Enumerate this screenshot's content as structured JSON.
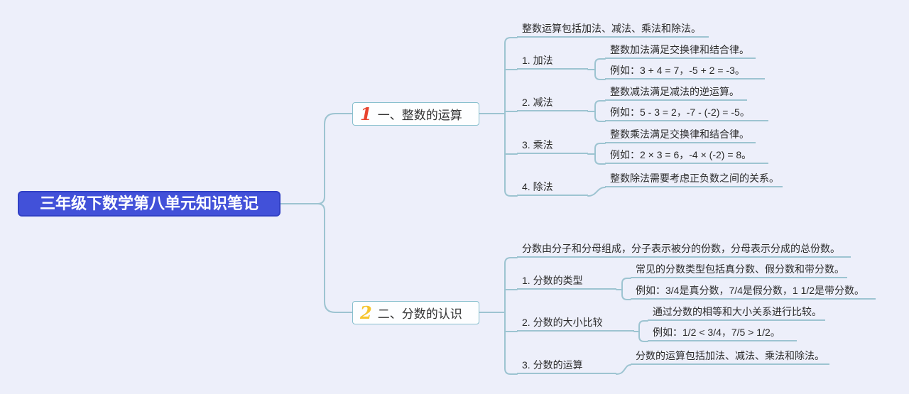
{
  "app": {
    "background_color": "#edeffa"
  },
  "root": {
    "title": "三年级下数学第八单元知识笔记",
    "bg_color": "#4251d9",
    "text_color": "#ffffff"
  },
  "colors": {
    "connector": "#9dc4d1",
    "branch_border": "#87bfcd",
    "topic_text": "#2b2b2b",
    "branch1_number": "#e8432e",
    "branch2_number": "#f6c52e"
  },
  "branches": [
    {
      "number": "1",
      "number_color": "#e8432e",
      "label": "一、整数的运算",
      "children": [
        {
          "label": "整数运算包括加法、减法、乘法和除法。",
          "leaves": []
        },
        {
          "label": "1. 加法",
          "leaves": [
            "整数加法满足交换律和结合律。",
            "例如：3 + 4 = 7，-5 + 2 = -3。"
          ]
        },
        {
          "label": "2. 减法",
          "leaves": [
            "整数减法满足减法的逆运算。",
            "例如：5 - 3 = 2，-7 - (-2) = -5。"
          ]
        },
        {
          "label": "3. 乘法",
          "leaves": [
            "整数乘法满足交换律和结合律。",
            "例如：2 × 3 = 6，-4 × (-2) = 8。"
          ]
        },
        {
          "label": "4. 除法",
          "leaves": [
            "整数除法需要考虑正负数之间的关系。"
          ]
        }
      ]
    },
    {
      "number": "2",
      "number_color": "#f6c52e",
      "label": "二、分数的认识",
      "children": [
        {
          "label": "分数由分子和分母组成，分子表示被分的份数，分母表示分成的总份数。",
          "leaves": []
        },
        {
          "label": "1. 分数的类型",
          "leaves": [
            "常见的分数类型包括真分数、假分数和带分数。",
            "例如：3/4是真分数，7/4是假分数，1 1/2是带分数。"
          ]
        },
        {
          "label": "2. 分数的大小比较",
          "leaves": [
            "通过分数的相等和大小关系进行比较。",
            "例如：1/2 < 3/4，7/5 > 1/2。"
          ]
        },
        {
          "label": "3. 分数的运算",
          "leaves": [
            "分数的运算包括加法、减法、乘法和除法。"
          ]
        }
      ]
    }
  ]
}
